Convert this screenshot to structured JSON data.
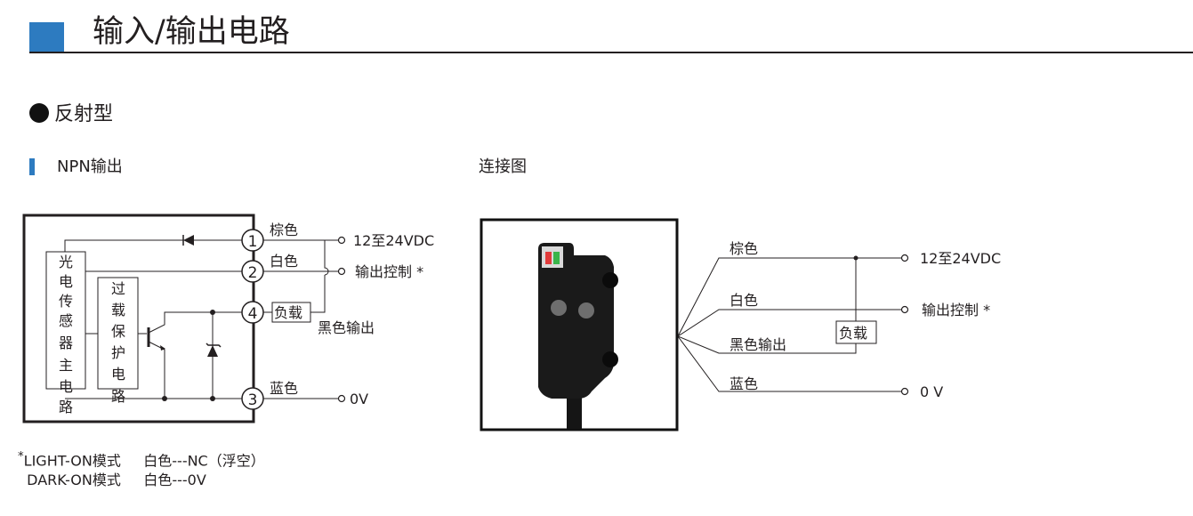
{
  "header": {
    "title": "输入/输出电路"
  },
  "section": {
    "title": "反射型"
  },
  "npn": {
    "title": "NPN输出",
    "main_circuit": [
      "光",
      "电",
      "传",
      "感",
      "器",
      "主",
      "电",
      "路"
    ],
    "protect_circuit": [
      "过",
      "载",
      "保",
      "护",
      "电",
      "路"
    ],
    "pins": [
      "1",
      "2",
      "4",
      "3"
    ],
    "wires": [
      "棕色",
      "白色",
      "蓝色"
    ],
    "load": "负载",
    "black_output": "黑色输出",
    "terminals": [
      "12至24VDC",
      "输出控制 *",
      "0V"
    ],
    "note_star": "*",
    "note_line1_mode": "LIGHT-ON模式",
    "note_line1_value": "白色---NC（浮空）",
    "note_line2_mode": "DARK-ON模式",
    "note_line2_value": "白色---0V"
  },
  "connection": {
    "title": "连接图",
    "wires": [
      "棕色",
      "白色",
      "黑色输出",
      "蓝色"
    ],
    "load": "负载",
    "terminals": [
      "12至24VDC",
      "输出控制 *",
      "0 V"
    ]
  }
}
